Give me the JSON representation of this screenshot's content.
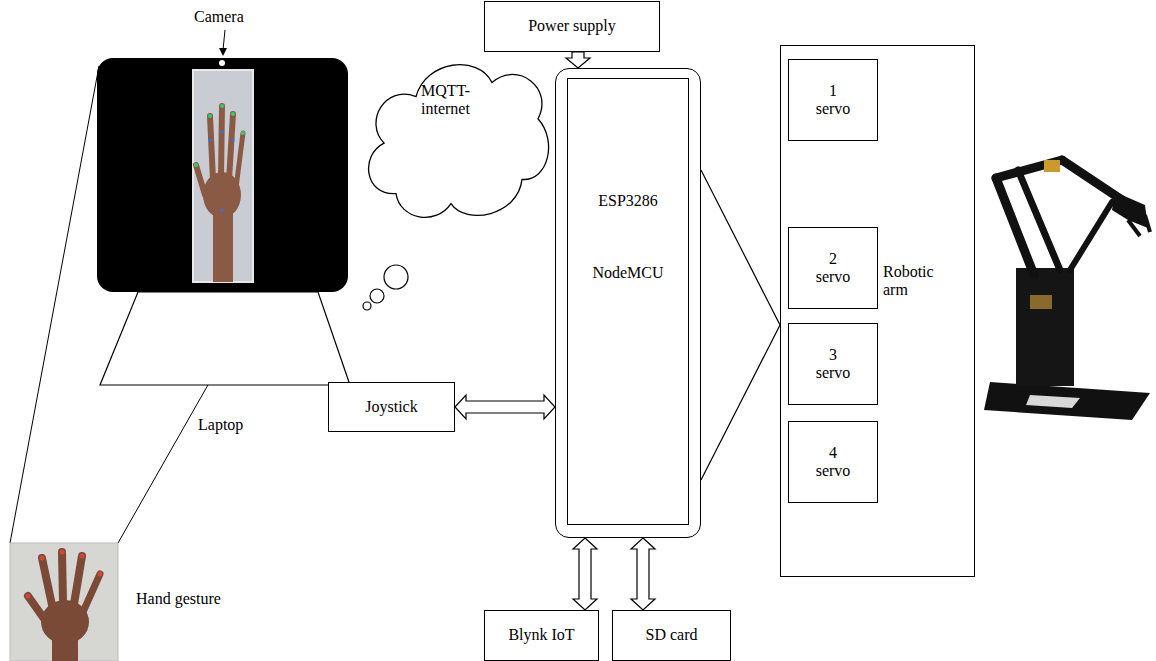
{
  "diagram": {
    "nodes": [
      {
        "text": [
          "Power supply"
        ]
      },
      {
        "text": [
          "MQTT- internet"
        ]
      },
      {
        "text": [
          "ESP3286",
          "NodeMCU"
        ]
      },
      {
        "text": [
          "Robotic arm"
        ]
      },
      {
        "text": [
          "1 servo"
        ],
        "in": 3
      },
      {
        "text": [
          "2 servo"
        ],
        "in": 3
      },
      {
        "text": [
          "3 servo"
        ],
        "in": 3
      },
      {
        "text": [
          "4 servo"
        ],
        "in": 3
      },
      {
        "text": [
          "Joystick"
        ]
      },
      {
        "text": [
          "Blynk IoT"
        ]
      },
      {
        "text": [
          "SD card"
        ]
      }
    ],
    "edges": [
      {
        "from": 0,
        "to": 2,
        "arrow": "to"
      },
      {
        "from": 2,
        "to": 3,
        "arrow": "to"
      },
      {
        "from": 8,
        "to": 2,
        "arrow": "both"
      },
      {
        "from": 2,
        "to": 9,
        "arrow": "both"
      },
      {
        "from": 2,
        "to": 10,
        "arrow": "both"
      }
    ],
    "labels": [
      "Camera",
      "Laptop",
      "Hand gesture"
    ]
  }
}
